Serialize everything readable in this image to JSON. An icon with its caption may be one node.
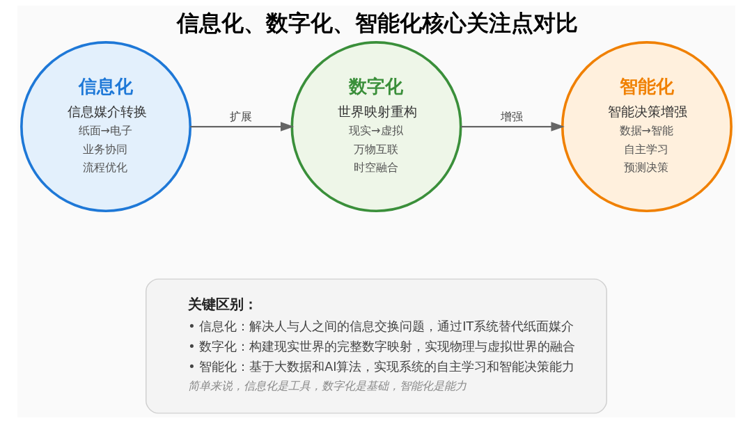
{
  "diagram": {
    "title": "信息化、数字化、智能化核心关注点对比",
    "nodes": [
      {
        "text": [
          "信息化",
          "信息媒介转换",
          "纸面→电子",
          "业务协同",
          "流程优化"
        ]
      },
      {
        "text": [
          "数字化",
          "世界映射重构",
          "现实→虚拟",
          "万物互联",
          "时空融合"
        ]
      },
      {
        "text": [
          "智能化",
          "智能决策增强",
          "数据→智能",
          "自主学习",
          "预测决策"
        ]
      },
      {
        "text": [
          "关键区别：",
          "• 信息化：解决人与人之间的信息交换问题，通过IT系统替代纸面媒介",
          "• 数字化：构建现实世界的完整数字映射，实现物理与虚拟世界的融合",
          "• 智能化：基于大数据和AI算法，实现系统的自主学习和智能决策能力",
          "简单来说，信息化是工具，数字化是基础，智能化是能力"
        ]
      }
    ],
    "edges": [
      {
        "from": 0,
        "to": 1,
        "arrow": "to",
        "label": "扩展"
      },
      {
        "from": 1,
        "to": 2,
        "arrow": "to",
        "label": "增强"
      }
    ]
  }
}
